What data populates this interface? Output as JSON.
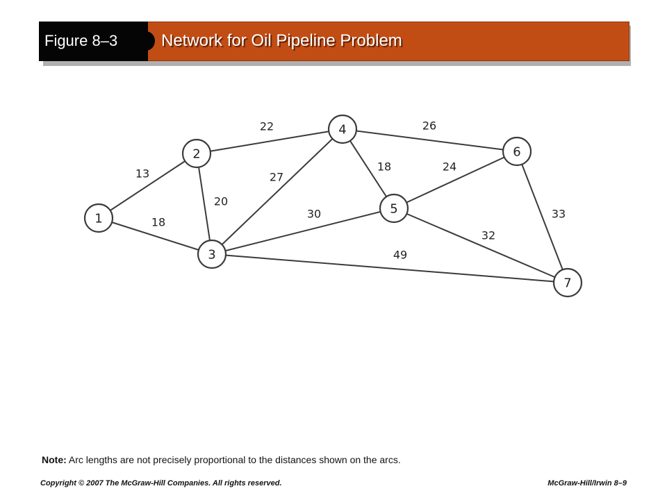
{
  "header": {
    "figure_label": "Figure 8–3",
    "title": "Network for Oil Pipeline Problem",
    "colors": {
      "accent": "#c24d14",
      "black": "#050505"
    }
  },
  "network": {
    "nodes": [
      {
        "id": "1",
        "label": "1"
      },
      {
        "id": "2",
        "label": "2"
      },
      {
        "id": "3",
        "label": "3"
      },
      {
        "id": "4",
        "label": "4"
      },
      {
        "id": "5",
        "label": "5"
      },
      {
        "id": "6",
        "label": "6"
      },
      {
        "id": "7",
        "label": "7"
      }
    ],
    "edges": [
      {
        "from": "1",
        "to": "2",
        "label": "13"
      },
      {
        "from": "1",
        "to": "3",
        "label": "18"
      },
      {
        "from": "2",
        "to": "3",
        "label": "20"
      },
      {
        "from": "2",
        "to": "4",
        "label": "22"
      },
      {
        "from": "3",
        "to": "4",
        "label": "27"
      },
      {
        "from": "3",
        "to": "5",
        "label": "30"
      },
      {
        "from": "3",
        "to": "7",
        "label": "49"
      },
      {
        "from": "4",
        "to": "5",
        "label": "18"
      },
      {
        "from": "4",
        "to": "6",
        "label": "26"
      },
      {
        "from": "5",
        "to": "6",
        "label": "24"
      },
      {
        "from": "5",
        "to": "7",
        "label": "32"
      },
      {
        "from": "6",
        "to": "7",
        "label": "33"
      }
    ]
  },
  "note": {
    "bold": "Note:",
    "text": " Arc lengths are not precisely proportional to the distances shown on the arcs."
  },
  "footer": {
    "copyright": "Copyright © 2007 The McGraw-Hill Companies. All rights reserved.",
    "publisher": "McGraw-Hill/Irwin  8–9"
  }
}
